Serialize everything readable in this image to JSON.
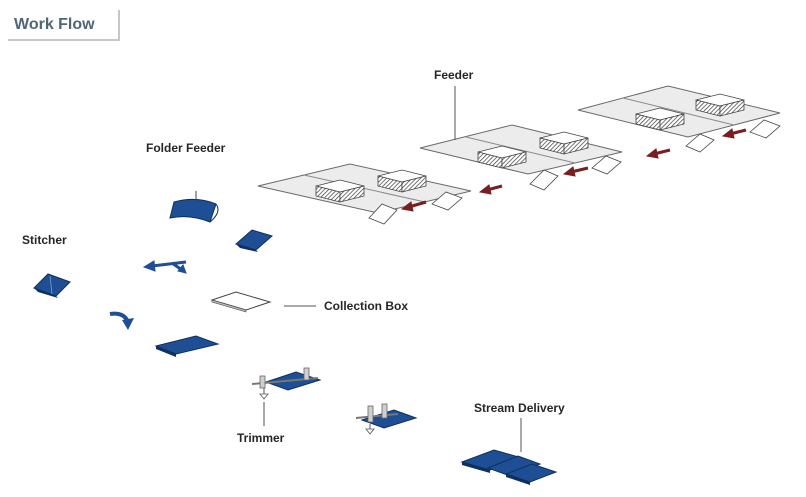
{
  "header": {
    "title": "Work Flow"
  },
  "labels": {
    "feeder": "Feeder",
    "folder_feeder": "Folder Feeder",
    "stitcher": "Stitcher",
    "collection_box": "Collection Box",
    "trimmer": "Trimmer",
    "stream_delivery": "Stream Delivery"
  },
  "colors": {
    "title_text": "#4f6677",
    "machine_blue": "#1e4f94",
    "arrow_red": "#7a1f1f",
    "platform_fill": "#ececec",
    "line": "#555555"
  }
}
